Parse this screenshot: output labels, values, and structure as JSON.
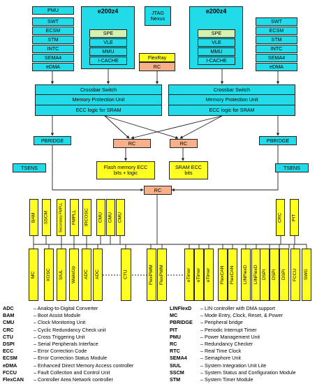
{
  "blocks": {
    "pmu": "PMU",
    "swt_l": "SWT",
    "ecsm_l": "ECSM",
    "stm_l": "STM",
    "intc_l": "INTC",
    "sema4_l": "SEMA4",
    "edma_l": "eDMA",
    "swt_r": "SWT",
    "ecsm_r": "ECSM",
    "stm_r": "STM",
    "intc_r": "INTC",
    "sema4_r": "SEMA4",
    "edma_r": "eDMA",
    "core_l": "e200z4",
    "core_r": "e200z4",
    "spe_l": "SPE",
    "vle_l": "VLE",
    "mmu_l": "MMU",
    "icache_l": "I-CACHE",
    "spe_r": "SPE",
    "vle_r": "VLE",
    "mmu_r": "MMU",
    "icache_r": "I-CACHE",
    "jtag": "JTAG Nexus",
    "flexray": "FlexRay",
    "rc_flexray": "RC",
    "xbar_l": "Crossbar Switch",
    "mpu_l": "Memory Protection Unit",
    "ecc_l": "ECC logic for SRAM",
    "xbar_r": "Crossbar Switch",
    "mpu_r": "Memory Protection Unit",
    "ecc_r": "ECC logic for SRAM",
    "pbridge_l": "PBRIDGE",
    "pbridge_r": "PBRIDGE",
    "rc_mid_l": "RC",
    "rc_mid_r": "RC",
    "tsens_l": "TSENS",
    "tsens_r": "TSENS",
    "flash": "Flash memory ECC bits + logic",
    "sram": "SRAM ECC bits",
    "rc_bottom": "RC",
    "bam": "BAM",
    "sscm": "SSCM",
    "secondary_fmpll": "Secondary FMPLL",
    "fmpll": "FMPLL",
    "irc_osc": "IRCOSC",
    "cmu1": "CMU",
    "cmu2": "CMU",
    "cmu3": "CMU",
    "crc": "CRC",
    "pit": "PIT",
    "mc": "MC",
    "xosc": "XOSC",
    "siul": "SIUL",
    "wakeup": "WakeUp",
    "adc1": "ADC",
    "adc2": "ADC",
    "ctu": "CTU",
    "flexpwm1": "FlexPWM",
    "flexpwm2": "FlexPWM",
    "etimer1": "eTimer",
    "etimer2": "eTimer",
    "etimer3": "eTimer",
    "flexcan1": "FlexCAN",
    "flexcan2": "FlexCAN",
    "linflexd1": "LINFlexD",
    "linflexd2": "LINFlexD",
    "dspi1": "DSPI",
    "dspi2": "DSPI",
    "dspi3": "DSPI",
    "fccu": "FCCU",
    "swg": "SWG"
  },
  "legend_left": [
    {
      "abbr": "ADC",
      "desc": "– Analog-to-Digital Converter"
    },
    {
      "abbr": "BAM",
      "desc": "– Boot Assist Module"
    },
    {
      "abbr": "CMU",
      "desc": "– Clock Monitoring Unit"
    },
    {
      "abbr": "CRC",
      "desc": "– Cyclic Redundancy Check unit"
    },
    {
      "abbr": "CTU",
      "desc": "– Cross Triggering Unit"
    },
    {
      "abbr": "DSPI",
      "desc": "– Serial Peripherals Interface"
    },
    {
      "abbr": "ECC",
      "desc": "– Error Correction Code"
    },
    {
      "abbr": "ECSM",
      "desc": "– Error Correction Status Module"
    },
    {
      "abbr": "eDMA",
      "desc": "– Enhanced Direct Memory Access controller"
    },
    {
      "abbr": "FCCU",
      "desc": "– Fault Collection and Control Unit"
    },
    {
      "abbr": "FlexCAN",
      "desc": "– Controller Area Network controller"
    }
  ],
  "legend_right": [
    {
      "abbr": "LINFlexD",
      "desc": "– LIN controller with DMA support"
    },
    {
      "abbr": "MC",
      "desc": "– Mode Entry, Clock, Reset, & Power"
    },
    {
      "abbr": "PBRIDGE",
      "desc": "– Peripheral bridge"
    },
    {
      "abbr": "PIT",
      "desc": "– Periodic Interrupt Timer"
    },
    {
      "abbr": "PMU",
      "desc": "– Power Management Unit"
    },
    {
      "abbr": "RC",
      "desc": "– Redundancy Checker"
    },
    {
      "abbr": "RTC",
      "desc": "– Real Time Clock"
    },
    {
      "abbr": "SEMA4",
      "desc": "– Semaphore Unit"
    },
    {
      "abbr": "SIUL",
      "desc": "– System Integration Unit Lite"
    },
    {
      "abbr": "SSCM",
      "desc": "– System Status and Configuration Module"
    },
    {
      "abbr": "STM",
      "desc": "– System Timer Module"
    }
  ],
  "colors": {
    "cyan": "#22dbe8",
    "yellow": "#ffff22",
    "salmon": "#f6b08a",
    "green": "#d6f0b0",
    "line": "#222222"
  }
}
